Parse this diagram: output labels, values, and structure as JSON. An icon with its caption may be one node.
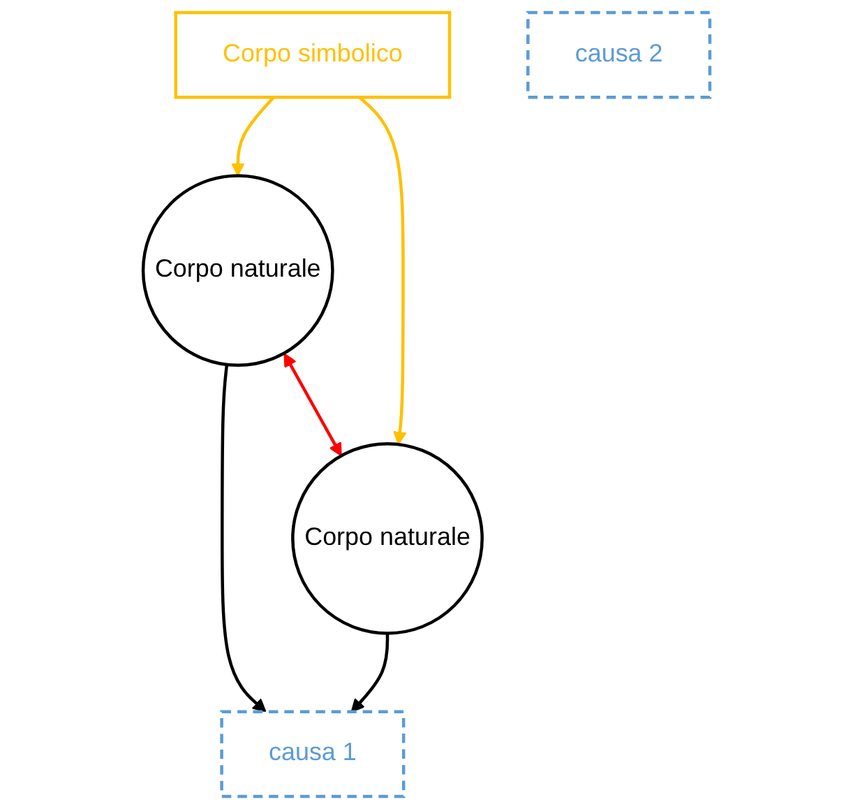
{
  "diagram": {
    "nodes": [
      {
        "text": [
          "Corpo simbolico"
        ]
      },
      {
        "text": [
          "causa 2"
        ]
      },
      {
        "text": [
          "causa 1"
        ]
      },
      {
        "text": [
          "Corpo naturale"
        ]
      },
      {
        "text": [
          "Corpo naturale"
        ]
      }
    ],
    "edges": [
      {
        "from": 0,
        "to": 3,
        "arrow": "to",
        "color": "#ffc000"
      },
      {
        "from": 0,
        "to": 4,
        "arrow": "to",
        "color": "#ffc000"
      },
      {
        "from": 3,
        "to": 2,
        "arrow": "to",
        "color": "#000000"
      },
      {
        "from": 4,
        "to": 2,
        "arrow": "to",
        "color": "#000000"
      },
      {
        "from": 3,
        "to": 4,
        "arrow": "both",
        "color": "#ff0000"
      }
    ]
  }
}
